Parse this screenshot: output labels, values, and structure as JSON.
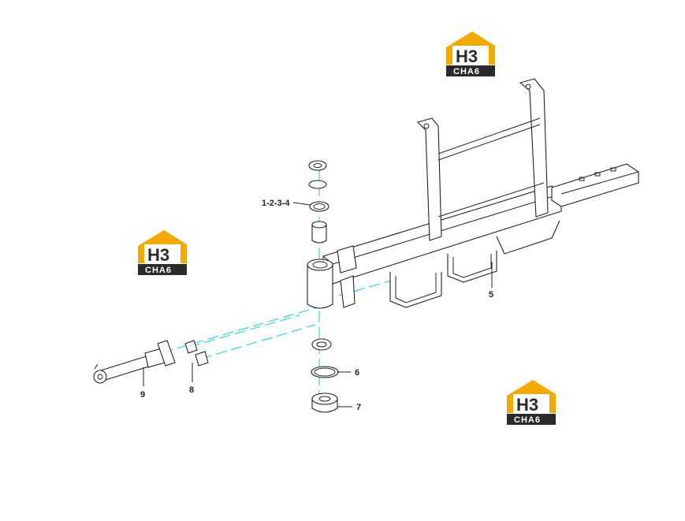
{
  "logo": {
    "mark": "H3",
    "sub": "CHA6",
    "accent": "#f2a900",
    "dark": "#2b2b2b"
  },
  "callouts": {
    "c1234": "1-2-3-4",
    "c5": "5",
    "c6": "6",
    "c7": "7",
    "c8": "8",
    "c9": "9"
  },
  "colors": {
    "axis_line": "#2fd6dc",
    "line": "#222222"
  }
}
